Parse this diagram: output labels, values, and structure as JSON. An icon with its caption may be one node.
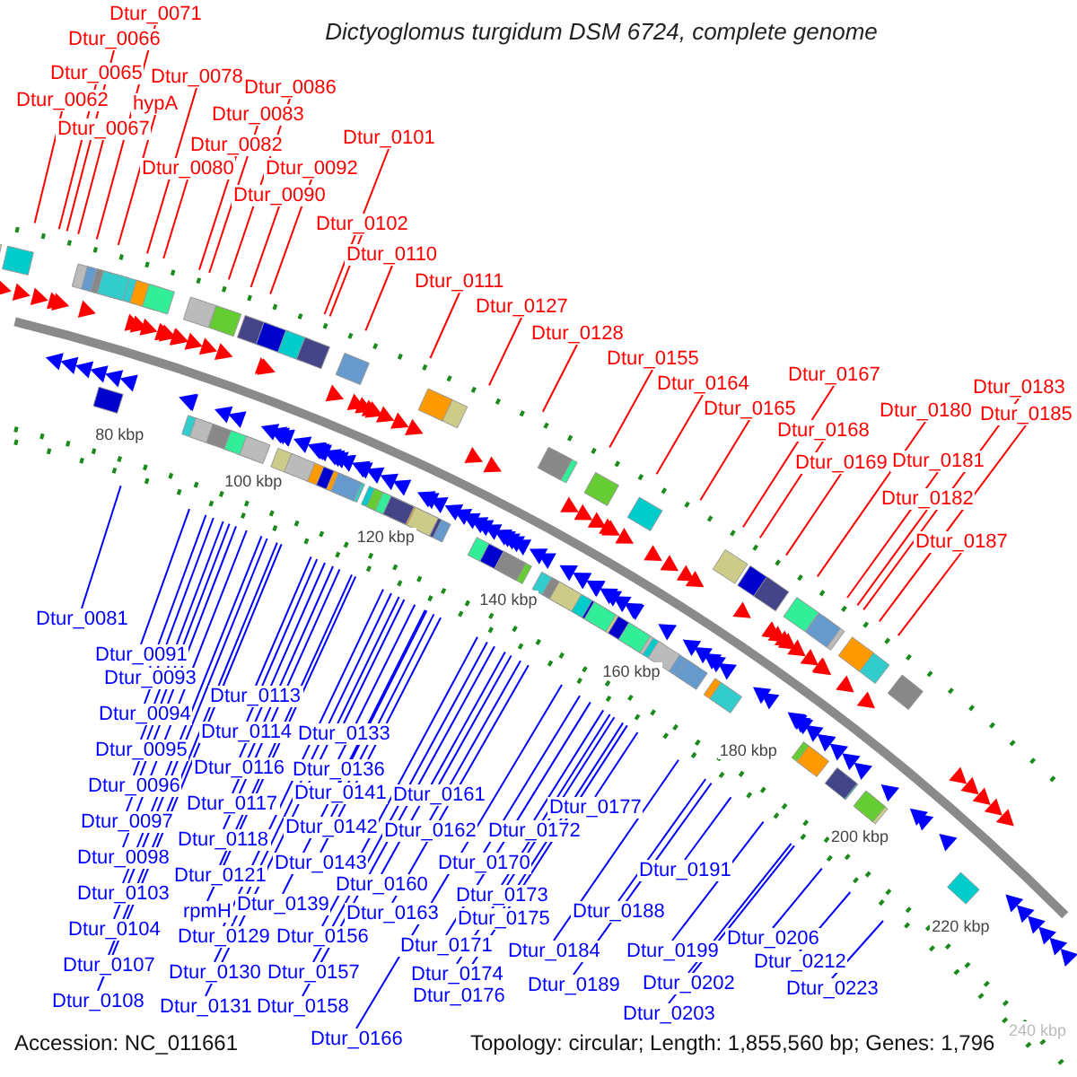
{
  "diagram": {
    "title": "Dictyoglomus turgidum DSM 6724, complete genome",
    "nodes": [
      {
        "text": [
          "Dtur_0071"
        ]
      },
      {
        "text": [
          "Dtur_0066"
        ]
      },
      {
        "text": [
          "Dtur_0065"
        ]
      },
      {
        "text": [
          "Dtur_0078"
        ]
      },
      {
        "text": [
          "Dtur_0086"
        ]
      },
      {
        "text": [
          "Dtur_0062"
        ]
      },
      {
        "text": [
          "hypA"
        ]
      },
      {
        "text": [
          "Dtur_0083"
        ]
      },
      {
        "text": [
          "Dtur_0067"
        ]
      },
      {
        "text": [
          "Dtur_0101"
        ]
      },
      {
        "text": [
          "Dtur_0082"
        ]
      },
      {
        "text": [
          "Dtur_0080"
        ]
      },
      {
        "text": [
          "Dtur_0092"
        ]
      },
      {
        "text": [
          "Dtur_0090"
        ]
      },
      {
        "text": [
          "Dtur_0102"
        ]
      },
      {
        "text": [
          "Dtur_0110"
        ]
      },
      {
        "text": [
          "Dtur_0111"
        ]
      },
      {
        "text": [
          "Dtur_0127"
        ]
      },
      {
        "text": [
          "Dtur_0128"
        ]
      },
      {
        "text": [
          "Dtur_0155"
        ]
      },
      {
        "text": [
          "Dtur_0167"
        ]
      },
      {
        "text": [
          "Dtur_0164"
        ]
      },
      {
        "text": [
          "Dtur_0183"
        ]
      },
      {
        "text": [
          "Dtur_0165"
        ]
      },
      {
        "text": [
          "Dtur_0180"
        ]
      },
      {
        "text": [
          "Dtur_0185"
        ]
      },
      {
        "text": [
          "Dtur_0168"
        ]
      },
      {
        "text": [
          "Dtur_0169"
        ]
      },
      {
        "text": [
          "Dtur_0181"
        ]
      },
      {
        "text": [
          "Dtur_0182"
        ]
      },
      {
        "text": [
          "Dtur_0187"
        ]
      },
      {
        "text": [
          "Dtur_0081"
        ]
      },
      {
        "text": [
          "Dtur_0091"
        ]
      },
      {
        "text": [
          "Dtur_0093"
        ]
      },
      {
        "text": [
          "Dtur_0113"
        ]
      },
      {
        "text": [
          "Dtur_0094"
        ]
      },
      {
        "text": [
          "Dtur_0114"
        ]
      },
      {
        "text": [
          "Dtur_0133"
        ]
      },
      {
        "text": [
          "Dtur_0095"
        ]
      },
      {
        "text": [
          "Dtur_0116"
        ]
      },
      {
        "text": [
          "Dtur_0136"
        ]
      },
      {
        "text": [
          "Dtur_0096"
        ]
      },
      {
        "text": [
          "Dtur_0141"
        ]
      },
      {
        "text": [
          "Dtur_0161"
        ]
      },
      {
        "text": [
          "Dtur_0117"
        ]
      },
      {
        "text": [
          "Dtur_0177"
        ]
      },
      {
        "text": [
          "Dtur_0097"
        ]
      },
      {
        "text": [
          "Dtur_0142"
        ]
      },
      {
        "text": [
          "Dtur_0162"
        ]
      },
      {
        "text": [
          "Dtur_0172"
        ]
      },
      {
        "text": [
          "Dtur_0118"
        ]
      },
      {
        "text": [
          "Dtur_0098"
        ]
      },
      {
        "text": [
          "Dtur_0143"
        ]
      },
      {
        "text": [
          "Dtur_0170"
        ]
      },
      {
        "text": [
          "Dtur_0191"
        ]
      },
      {
        "text": [
          "Dtur_0121"
        ]
      },
      {
        "text": [
          "Dtur_0160"
        ]
      },
      {
        "text": [
          "Dtur_0103"
        ]
      },
      {
        "text": [
          "Dtur_0173"
        ]
      },
      {
        "text": [
          "Dtur_0139"
        ]
      },
      {
        "text": [
          "rpmH"
        ]
      },
      {
        "text": [
          "Dtur_0188"
        ]
      },
      {
        "text": [
          "Dtur_0163"
        ]
      },
      {
        "text": [
          "Dtur_0175"
        ]
      },
      {
        "text": [
          "Dtur_0104"
        ]
      },
      {
        "text": [
          "Dtur_0129"
        ]
      },
      {
        "text": [
          "Dtur_0156"
        ]
      },
      {
        "text": [
          "Dtur_0206"
        ]
      },
      {
        "text": [
          "Dtur_0171"
        ]
      },
      {
        "text": [
          "Dtur_0184"
        ]
      },
      {
        "text": [
          "Dtur_0199"
        ]
      },
      {
        "text": [
          "Dtur_0212"
        ]
      },
      {
        "text": [
          "Dtur_0107"
        ]
      },
      {
        "text": [
          "Dtur_0130"
        ]
      },
      {
        "text": [
          "Dtur_0157"
        ]
      },
      {
        "text": [
          "Dtur_0174"
        ]
      },
      {
        "text": [
          "Dtur_0202"
        ]
      },
      {
        "text": [
          "Dtur_0189"
        ]
      },
      {
        "text": [
          "Dtur_0223"
        ]
      },
      {
        "text": [
          "Dtur_0176"
        ]
      },
      {
        "text": [
          "Dtur_0108"
        ]
      },
      {
        "text": [
          "Dtur_0131"
        ]
      },
      {
        "text": [
          "Dtur_0158"
        ]
      },
      {
        "text": [
          "Dtur_0203"
        ]
      },
      {
        "text": [
          "Dtur_0166"
        ]
      }
    ],
    "edges": [
      {
        "from": 0,
        "to": null,
        "arrow": "none",
        "color": "#ff0000"
      },
      {
        "from": 1,
        "to": null,
        "arrow": "none",
        "color": "#ff0000"
      },
      {
        "from": 2,
        "to": null,
        "arrow": "none",
        "color": "#ff0000"
      },
      {
        "from": 3,
        "to": null,
        "arrow": "none",
        "color": "#ff0000"
      },
      {
        "from": 4,
        "to": null,
        "arrow": "none",
        "color": "#ff0000"
      },
      {
        "from": 5,
        "to": null,
        "arrow": "none",
        "color": "#ff0000"
      },
      {
        "from": 6,
        "to": null,
        "arrow": "none",
        "color": "#ff0000"
      },
      {
        "from": 7,
        "to": null,
        "arrow": "none",
        "color": "#ff0000"
      },
      {
        "from": 8,
        "to": null,
        "arrow": "none",
        "color": "#ff0000"
      },
      {
        "from": 9,
        "to": null,
        "arrow": "none",
        "color": "#ff0000"
      },
      {
        "from": 10,
        "to": null,
        "arrow": "none",
        "color": "#ff0000"
      },
      {
        "from": 11,
        "to": null,
        "arrow": "none",
        "color": "#ff0000"
      },
      {
        "from": 12,
        "to": null,
        "arrow": "none",
        "color": "#ff0000"
      },
      {
        "from": 13,
        "to": null,
        "arrow": "none",
        "color": "#ff0000"
      },
      {
        "from": 14,
        "to": null,
        "arrow": "none",
        "color": "#ff0000"
      },
      {
        "from": 15,
        "to": null,
        "arrow": "none",
        "color": "#ff0000"
      },
      {
        "from": 16,
        "to": null,
        "arrow": "none",
        "color": "#ff0000"
      },
      {
        "from": 17,
        "to": null,
        "arrow": "none",
        "color": "#ff0000"
      },
      {
        "from": 18,
        "to": null,
        "arrow": "none",
        "color": "#ff0000"
      },
      {
        "from": 19,
        "to": null,
        "arrow": "none",
        "color": "#ff0000"
      },
      {
        "from": 20,
        "to": null,
        "arrow": "none",
        "color": "#ff0000"
      },
      {
        "from": 21,
        "to": null,
        "arrow": "none",
        "color": "#ff0000"
      },
      {
        "from": 22,
        "to": null,
        "arrow": "none",
        "color": "#ff0000"
      },
      {
        "from": 23,
        "to": null,
        "arrow": "none",
        "color": "#ff0000"
      },
      {
        "from": 24,
        "to": null,
        "arrow": "none",
        "color": "#ff0000"
      },
      {
        "from": 25,
        "to": null,
        "arrow": "none",
        "color": "#ff0000"
      },
      {
        "from": 26,
        "to": null,
        "arrow": "none",
        "color": "#ff0000"
      },
      {
        "from": 27,
        "to": null,
        "arrow": "none",
        "color": "#ff0000"
      },
      {
        "from": 28,
        "to": null,
        "arrow": "none",
        "color": "#ff0000"
      },
      {
        "from": 29,
        "to": null,
        "arrow": "none",
        "color": "#ff0000"
      },
      {
        "from": 30,
        "to": null,
        "arrow": "none",
        "color": "#ff0000"
      },
      {
        "from": 31,
        "to": null,
        "arrow": "none"
      },
      {
        "from": 32,
        "to": null,
        "arrow": "none"
      },
      {
        "from": 33,
        "to": null,
        "arrow": "none"
      },
      {
        "from": 34,
        "to": null,
        "arrow": "none"
      },
      {
        "from": 35,
        "to": null,
        "arrow": "none"
      },
      {
        "from": 36,
        "to": null,
        "arrow": "none"
      },
      {
        "from": 37,
        "to": null,
        "arrow": "none"
      },
      {
        "from": 38,
        "to": null,
        "arrow": "none"
      },
      {
        "from": 39,
        "to": null,
        "arrow": "none"
      },
      {
        "from": 40,
        "to": null,
        "arrow": "none"
      },
      {
        "from": 41,
        "to": null,
        "arrow": "none"
      },
      {
        "from": 42,
        "to": null,
        "arrow": "none"
      },
      {
        "from": 43,
        "to": null,
        "arrow": "none"
      },
      {
        "from": 44,
        "to": null,
        "arrow": "none"
      },
      {
        "from": 45,
        "to": null,
        "arrow": "none"
      },
      {
        "from": 46,
        "to": null,
        "arrow": "none"
      },
      {
        "from": 47,
        "to": null,
        "arrow": "none"
      },
      {
        "from": 48,
        "to": null,
        "arrow": "none"
      },
      {
        "from": 49,
        "to": null,
        "arrow": "none"
      },
      {
        "from": 50,
        "to": null,
        "arrow": "none"
      },
      {
        "from": 51,
        "to": null,
        "arrow": "none"
      },
      {
        "from": 52,
        "to": null,
        "arrow": "none"
      },
      {
        "from": 53,
        "to": null,
        "arrow": "none"
      },
      {
        "from": 54,
        "to": null,
        "arrow": "none"
      },
      {
        "from": 55,
        "to": null,
        "arrow": "none"
      },
      {
        "from": 56,
        "to": null,
        "arrow": "none"
      },
      {
        "from": 57,
        "to": null,
        "arrow": "none"
      },
      {
        "from": 58,
        "to": null,
        "arrow": "none"
      },
      {
        "from": 59,
        "to": null,
        "arrow": "none"
      },
      {
        "from": 60,
        "to": null,
        "arrow": "none"
      },
      {
        "from": 61,
        "to": null,
        "arrow": "none"
      },
      {
        "from": 62,
        "to": null,
        "arrow": "none"
      },
      {
        "from": 63,
        "to": null,
        "arrow": "none"
      },
      {
        "from": 64,
        "to": null,
        "arrow": "none"
      },
      {
        "from": 65,
        "to": null,
        "arrow": "none"
      },
      {
        "from": 66,
        "to": null,
        "arrow": "none"
      },
      {
        "from": 67,
        "to": null,
        "arrow": "none"
      },
      {
        "from": 68,
        "to": null,
        "arrow": "none"
      },
      {
        "from": 69,
        "to": null,
        "arrow": "none"
      },
      {
        "from": 70,
        "to": null,
        "arrow": "none"
      },
      {
        "from": 71,
        "to": null,
        "arrow": "none"
      },
      {
        "from": 72,
        "to": null,
        "arrow": "none"
      },
      {
        "from": 73,
        "to": null,
        "arrow": "none"
      },
      {
        "from": 74,
        "to": null,
        "arrow": "none"
      },
      {
        "from": 75,
        "to": null,
        "arrow": "none"
      },
      {
        "from": 76,
        "to": null,
        "arrow": "none"
      },
      {
        "from": 77,
        "to": null,
        "arrow": "none"
      },
      {
        "from": 78,
        "to": null,
        "arrow": "none"
      },
      {
        "from": 79,
        "to": null,
        "arrow": "none"
      },
      {
        "from": 80,
        "to": null,
        "arrow": "none"
      },
      {
        "from": 81,
        "to": null,
        "arrow": "none"
      },
      {
        "from": 82,
        "to": null,
        "arrow": "none"
      },
      {
        "from": 83,
        "to": null,
        "arrow": "none"
      },
      {
        "from": 84,
        "to": null,
        "arrow": "none"
      }
    ],
    "labels": [
      "80 kbp",
      "100 kbp",
      "120 kbp",
      "140 kbp",
      "160 kbp",
      "180 kbp",
      "200 kbp",
      "220 kbp",
      "240 kbp",
      "Accession: NC_011661",
      "Topology: circular; Length: 1,855,560 bp; Genes: 1,796"
    ]
  }
}
